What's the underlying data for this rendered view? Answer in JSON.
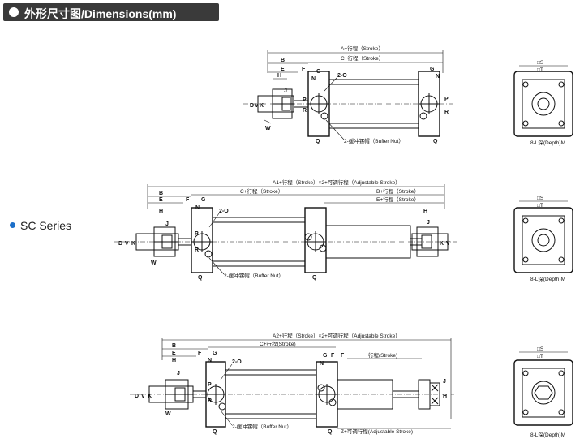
{
  "header": {
    "title": "外形尺寸图/Dimensions(mm)"
  },
  "series": {
    "label": "SC Series"
  },
  "drawing1": {
    "a_stroke": "A+行程（Stroke）",
    "c_stroke": "C+行程（Stroke）",
    "b": "B",
    "e": "E",
    "f": "F",
    "g": "G",
    "n": "N",
    "h": "H",
    "j": "J",
    "two_o": "2-O",
    "p": "P",
    "r": "R",
    "q": "Q",
    "k": "K",
    "v": "V",
    "w": "W",
    "d": "D",
    "buffer_nut": "2-缓冲镙帽（Buffer Nut）"
  },
  "drawing2": {
    "a1_stroke": "A1+行程（Stroke）×2+可调行程（Adjustable Stroke）",
    "c_stroke": "C+行程（Stroke）",
    "bplus_stroke": "B+行程（Stroke）",
    "eplus_stroke": "E+行程（Stroke）",
    "b": "B",
    "e": "E",
    "f": "F",
    "g": "G",
    "n": "N",
    "h": "H",
    "j": "J",
    "two_o": "2-O",
    "p": "P",
    "r": "R",
    "q": "Q",
    "k": "K",
    "v": "V",
    "w": "W",
    "d": "D",
    "buffer_nut": "2-缓冲镙帽（Buffer Nut）"
  },
  "drawing3": {
    "a2_stroke": "A2+行程（Stroke）×2+可调行程（Adjustable Stroke）",
    "c_stroke": "C+行程(Stroke)",
    "stroke": "行程(Stroke)",
    "z_adjust": "Z+可调行程(Adjustable Stroke)",
    "b": "B",
    "e": "E",
    "f": "F",
    "g": "G",
    "n": "N",
    "h": "H",
    "j": "J",
    "two_o": "2-O",
    "p": "P",
    "r": "R",
    "q": "Q",
    "k": "K",
    "v": "V",
    "w": "W",
    "d": "D",
    "buffer_nut": "2-缓冲镙帽（Buffer Nut）"
  },
  "end_view": {
    "s": "□S",
    "t": "□T",
    "depth": "8-L深(Depth)M"
  }
}
